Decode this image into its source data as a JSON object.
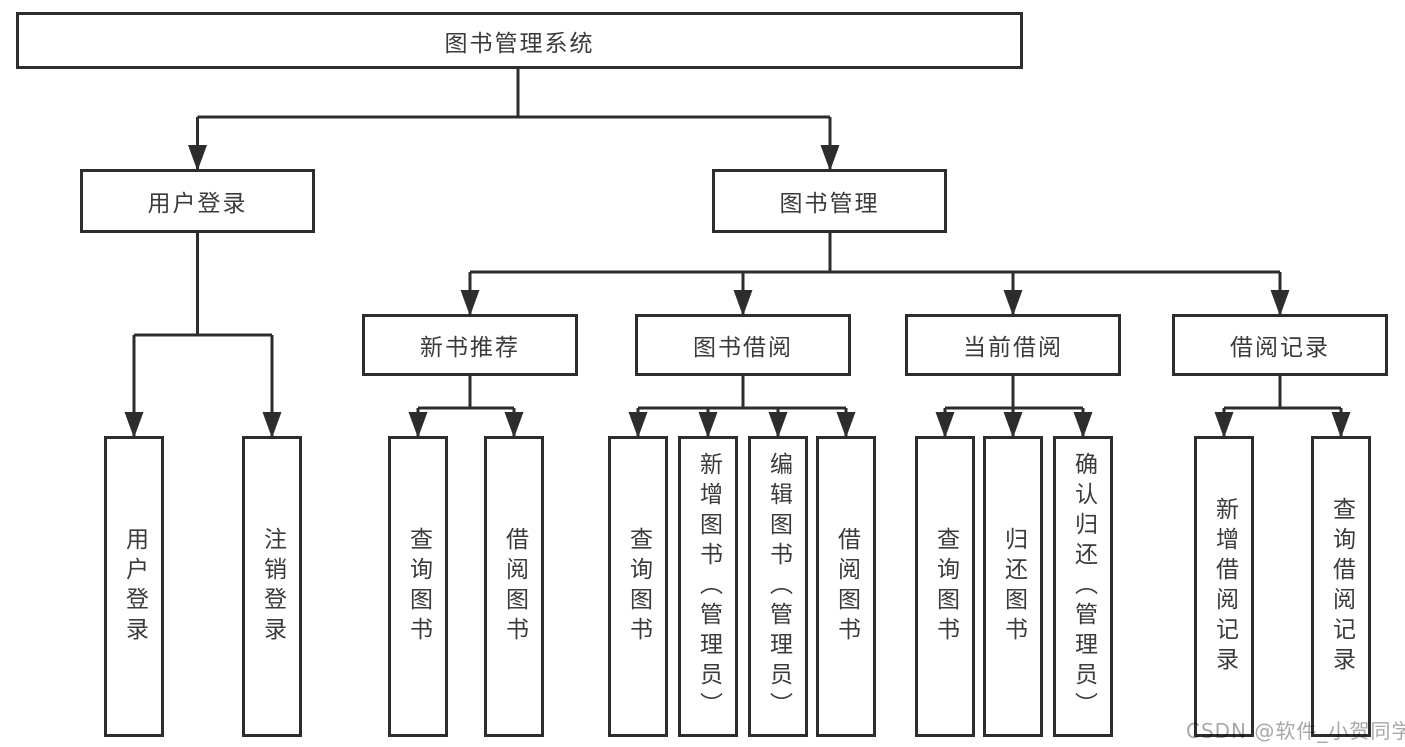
{
  "diagram": {
    "root": {
      "label": "图书管理系统"
    },
    "level2": {
      "user_login": {
        "label": "用户登录"
      },
      "book_management": {
        "label": "图书管理"
      }
    },
    "level3": {
      "new_books": {
        "label": "新书推荐"
      },
      "borrowing": {
        "label": "图书借阅"
      },
      "current": {
        "label": "当前借阅"
      },
      "records": {
        "label": "借阅记录"
      }
    },
    "leaves": {
      "user_login": [
        "用户登录",
        "注销登录"
      ],
      "new_books": [
        "查询图书",
        "借阅图书"
      ],
      "borrowing": [
        "查询图书",
        "新增图书（管理员）",
        "编辑图书（管理员）",
        "借阅图书"
      ],
      "current": [
        "查询图书",
        "归还图书",
        "确认归还（管理员）"
      ],
      "records": [
        "新增借阅记录",
        "查询借阅记录"
      ]
    },
    "colors": {
      "line": "#2d2d2d",
      "text": "#3b3b3b",
      "box_fill": "#ffffff"
    }
  },
  "watermark": {
    "text": "CSDN @软件_小贺同学",
    "color": "#a8a8a8"
  }
}
